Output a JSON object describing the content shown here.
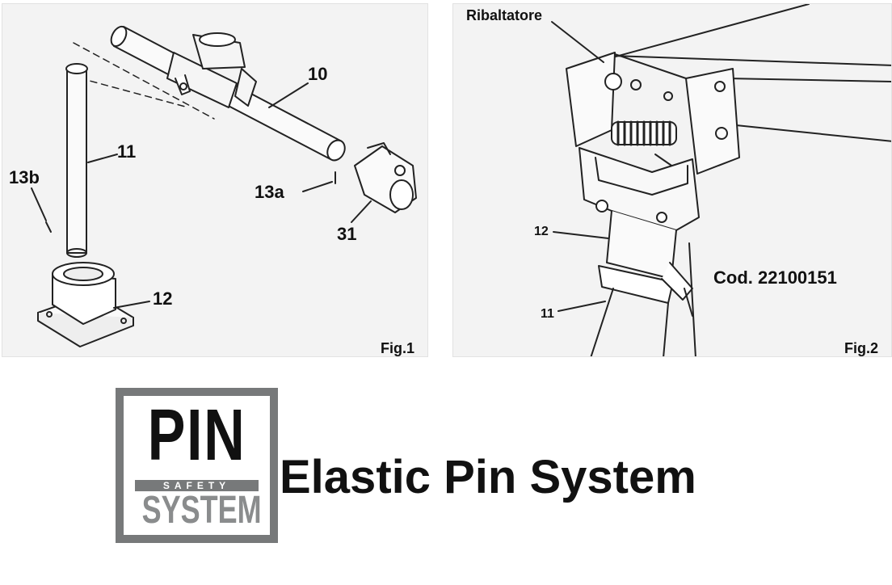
{
  "fig1": {
    "caption": "Fig.1",
    "labels": {
      "part_10": "10",
      "part_11": "11",
      "part_12": "12",
      "part_13a": "13a",
      "part_13b": "13b",
      "part_31": "31"
    }
  },
  "fig2": {
    "caption": "Fig.2",
    "ribaltatore": "Ribaltatore",
    "code": "Cod. 22100151",
    "labels": {
      "part_12": "12",
      "part_11": "11"
    }
  },
  "logo": {
    "pin": "PIN",
    "safety": "SAFETY",
    "system": "SYSTEM"
  },
  "title": "Elastic Pin System",
  "colors": {
    "logo_frame": "#77797a",
    "line": "#222222",
    "panel_bg": "#f3f3f3"
  }
}
